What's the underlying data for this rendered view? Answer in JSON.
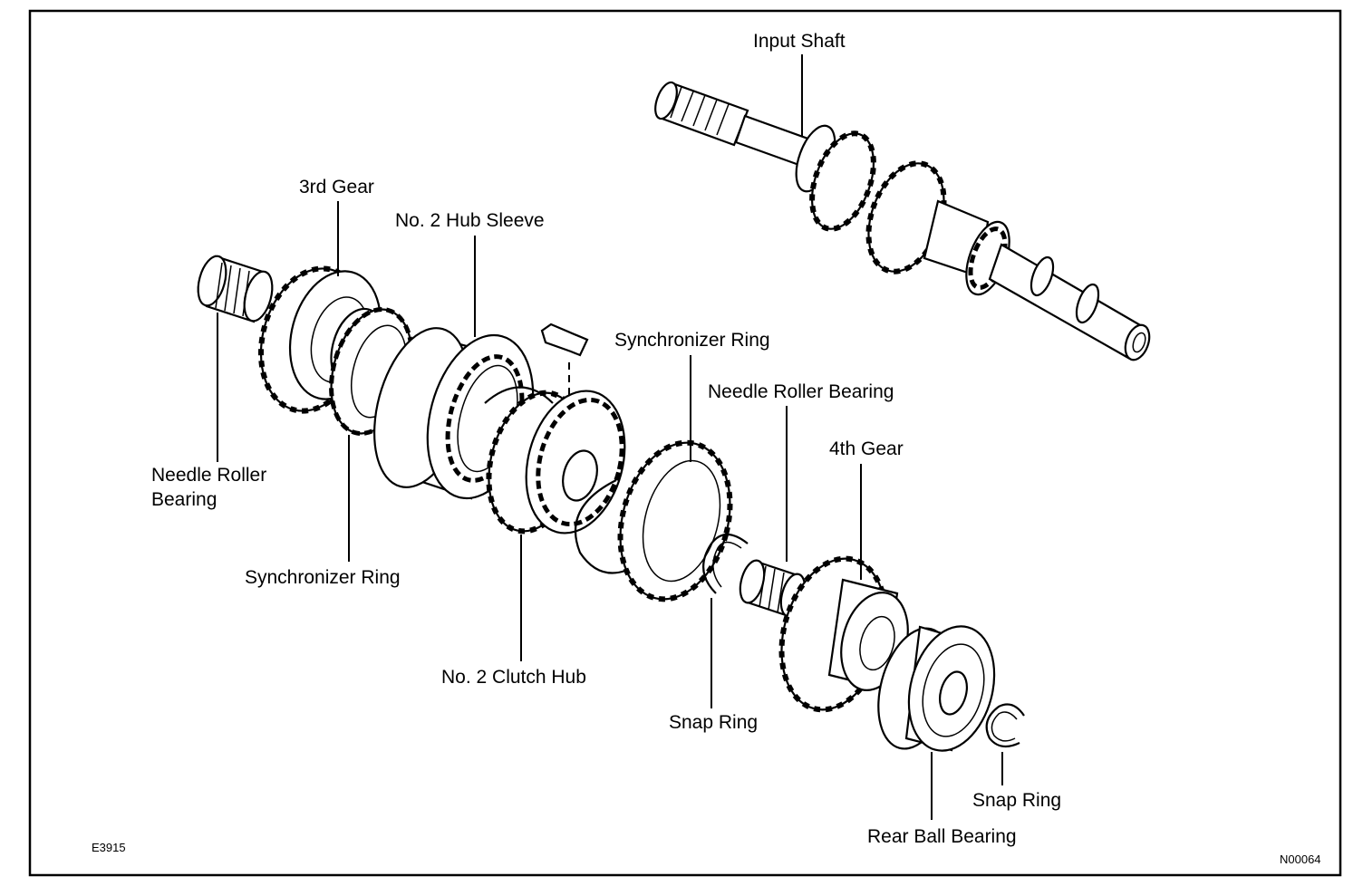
{
  "diagram": {
    "labels": {
      "input_shaft": "Input Shaft",
      "third_gear": "3rd Gear",
      "no2_hub_sleeve": "No. 2 Hub Sleeve",
      "synchronizer_ring_right": "Synchronizer Ring",
      "needle_roller_bearing_right": "Needle Roller Bearing",
      "fourth_gear": "4th Gear",
      "needle_roller_bearing_left_line1": "Needle Roller",
      "needle_roller_bearing_left_line2": "Bearing",
      "synchronizer_ring_left": "Synchronizer Ring",
      "no2_clutch_hub": "No. 2 Clutch Hub",
      "snap_ring_middle": "Snap Ring",
      "snap_ring_right": "Snap Ring",
      "rear_ball_bearing": "Rear Ball Bearing"
    },
    "codes": {
      "left": "E3915",
      "right": "N00064"
    }
  }
}
